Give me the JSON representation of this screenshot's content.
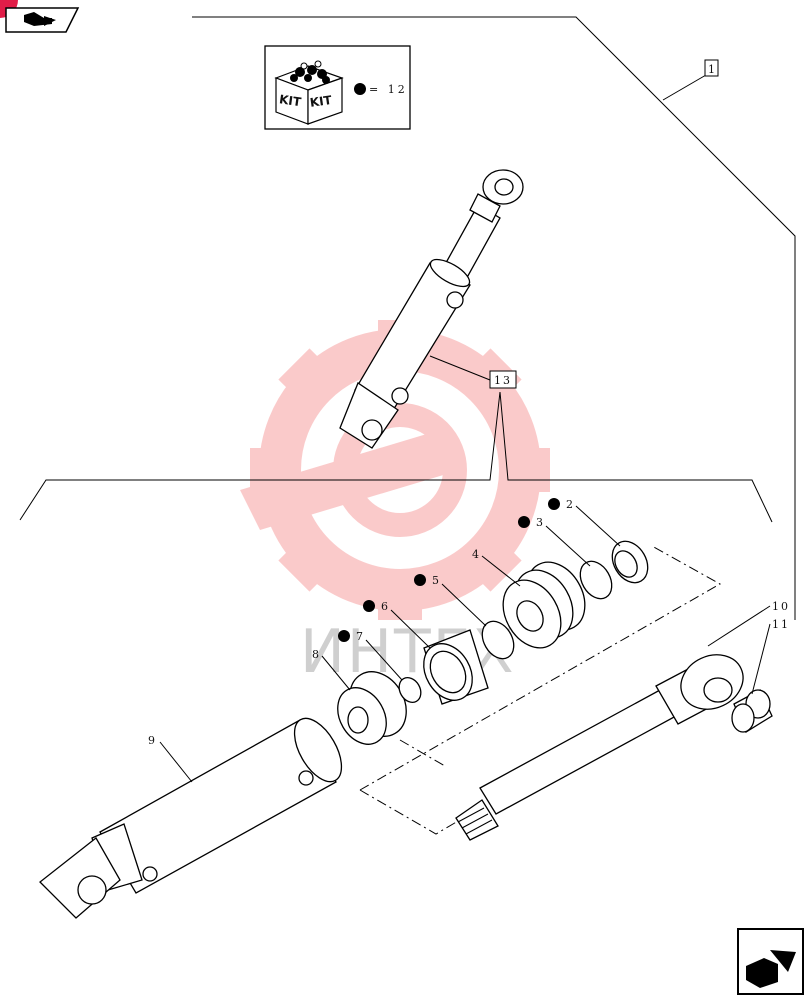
{
  "kit_box": {
    "tag_left": "KIT",
    "tag_right": "KIT",
    "equation": "= 12"
  },
  "watermark": {
    "text": "ИНТЕХ"
  },
  "callouts": {
    "c1": "1",
    "c2": "2",
    "c3": "3",
    "c4": "4",
    "c5": "5",
    "c6": "6",
    "c7": "7",
    "c8": "8",
    "c9": "9",
    "c10": "10",
    "c11": "11",
    "c13": "13"
  },
  "colors": {
    "accent": "#e11d48",
    "watermark": "#f26b6b",
    "line": "#000000"
  }
}
